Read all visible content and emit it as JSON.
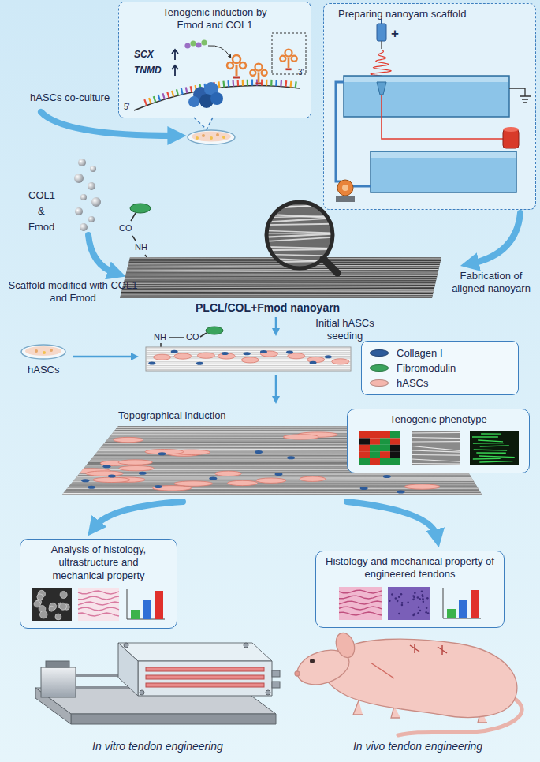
{
  "diagram": {
    "nodes": [
      {
        "text": [
          "Tenogenic induction by Fmod and COL1"
        ]
      },
      {
        "text": [
          "Preparing nanoyarn scaffold"
        ]
      },
      {
        "text": [
          "Tenogenic phenotype"
        ]
      },
      {
        "text": [
          "Analysis of histology, ultrastructure and mechanical property"
        ]
      },
      {
        "text": [
          "Histology and mechanical property of engineered tendons"
        ]
      }
    ],
    "labels": [
      "SCX",
      "TNMD",
      "5'",
      "3'",
      "+",
      "hASCs co-culture",
      "COL1",
      "&",
      "Fmod",
      "CO",
      "NH",
      "Scaffold modified with COL1 and Fmod",
      "PLCL/COL+Fmod nanoyarn",
      "Fabrication of aligned nanoyarn",
      "NH",
      "CO",
      "Initial hASCs seeding",
      "hASCs",
      "Topographical induction",
      "In vitro tendon engineering",
      "In vivo tendon engineering"
    ],
    "legend": [
      {
        "text": "Collagen I",
        "color": "#2d5b9a"
      },
      {
        "text": "Fibromodulin",
        "color": "#3aa35c"
      },
      {
        "text": "hASCs",
        "color": "#f4b6ad"
      }
    ]
  }
}
